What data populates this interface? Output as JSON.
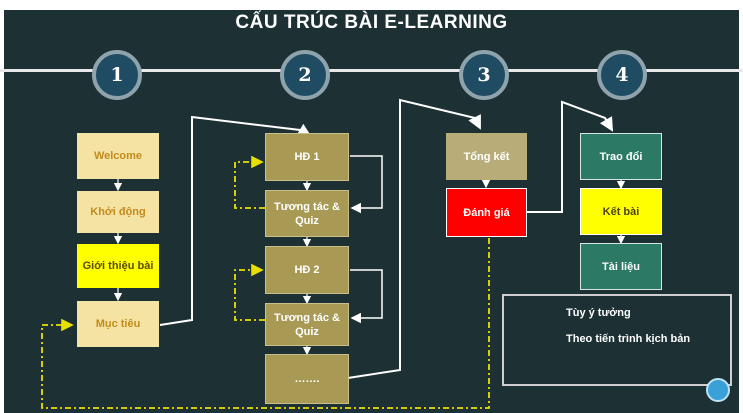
{
  "title": "CẤU TRÚC BÀI E-LEARNING",
  "steps": [
    "1",
    "2",
    "3",
    "4"
  ],
  "column1": {
    "welcome": "Welcome",
    "khoi_dong": "Khởi động",
    "gioi_thieu": "Giới thiệu bài",
    "muc_tieu": "Mục tiêu"
  },
  "column2": {
    "hd1": "HĐ 1",
    "tuong_tac_1": "Tương tác & Quiz",
    "hd2": "HĐ 2",
    "tuong_tac_2": "Tương tác & Quiz",
    "more": "……."
  },
  "column3": {
    "tong_ket": "Tổng kết",
    "danh_gia": "Đánh giá"
  },
  "column4": {
    "trao_doi": "Trao đổi",
    "ket_bai": "Kết bài",
    "tai_lieu": "Tài liệu"
  },
  "legend": {
    "optional": "Tùy ý tưởng",
    "sequence": "Theo tiến trình kịch bản"
  },
  "colors": {
    "background": "#1d3134",
    "circle": "#1f4b63",
    "optional_line": "#e8e000",
    "sequence_line": "#ffffff"
  }
}
